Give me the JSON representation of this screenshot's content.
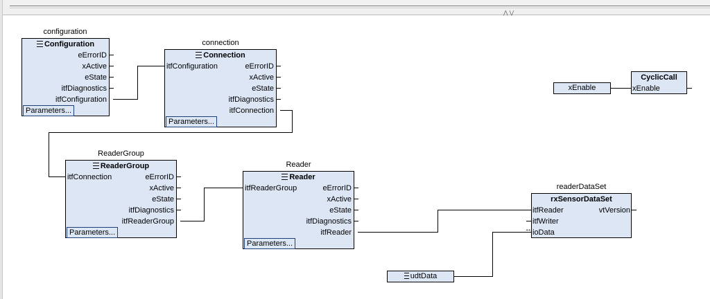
{
  "editor": {
    "splitter_glyph": "⋀⋁"
  },
  "blocks": {
    "configuration": {
      "instance": "configuration",
      "type": "Configuration",
      "outputs": [
        "eErrorID",
        "xActive",
        "eState",
        "itfDiagnostics",
        "itfConfiguration"
      ],
      "params_label": "Parameters..."
    },
    "connection": {
      "instance": "connection",
      "type": "Connection",
      "inputs": [
        "itfConfiguration"
      ],
      "outputs": [
        "eErrorID",
        "xActive",
        "eState",
        "itfDiagnostics",
        "itfConnection"
      ],
      "params_label": "Parameters..."
    },
    "reader_group": {
      "instance": "ReaderGroup",
      "type": "ReaderGroup",
      "inputs": [
        "itfConnection"
      ],
      "outputs": [
        "eErrorID",
        "xActive",
        "eState",
        "itfDiagnostics",
        "itfReaderGroup"
      ],
      "params_label": "Parameters..."
    },
    "reader": {
      "instance": "Reader",
      "type": "Reader",
      "inputs": [
        "itfReaderGroup"
      ],
      "outputs": [
        "eErrorID",
        "xActive",
        "eState",
        "itfDiagnostics",
        "itfReader"
      ],
      "params_label": "Parameters..."
    },
    "reader_data_set": {
      "instance": "readerDataSet",
      "type": "rxSensorDataSet",
      "inputs": [
        "itfReader",
        "itfWriter",
        "ioData"
      ],
      "outputs": [
        "vtVersion"
      ],
      "inout_glyph": "↔"
    },
    "cyclic_call": {
      "type": "CyclicCall",
      "inputs": [
        "xEnable"
      ]
    }
  },
  "variables": {
    "x_enable": "xEnable",
    "udt_data": "udtData"
  }
}
